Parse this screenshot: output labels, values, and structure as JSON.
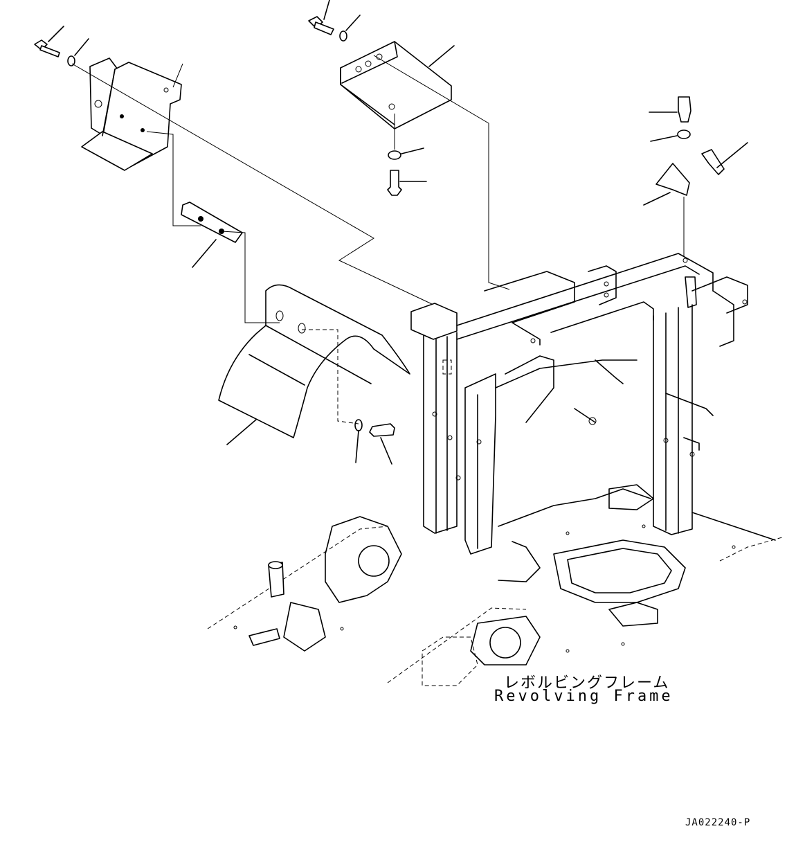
{
  "labels": {
    "frame_name_jp": "レボルビングフレーム",
    "frame_name_en": "Revolving Frame",
    "drawing_number": "JA022240-P"
  }
}
